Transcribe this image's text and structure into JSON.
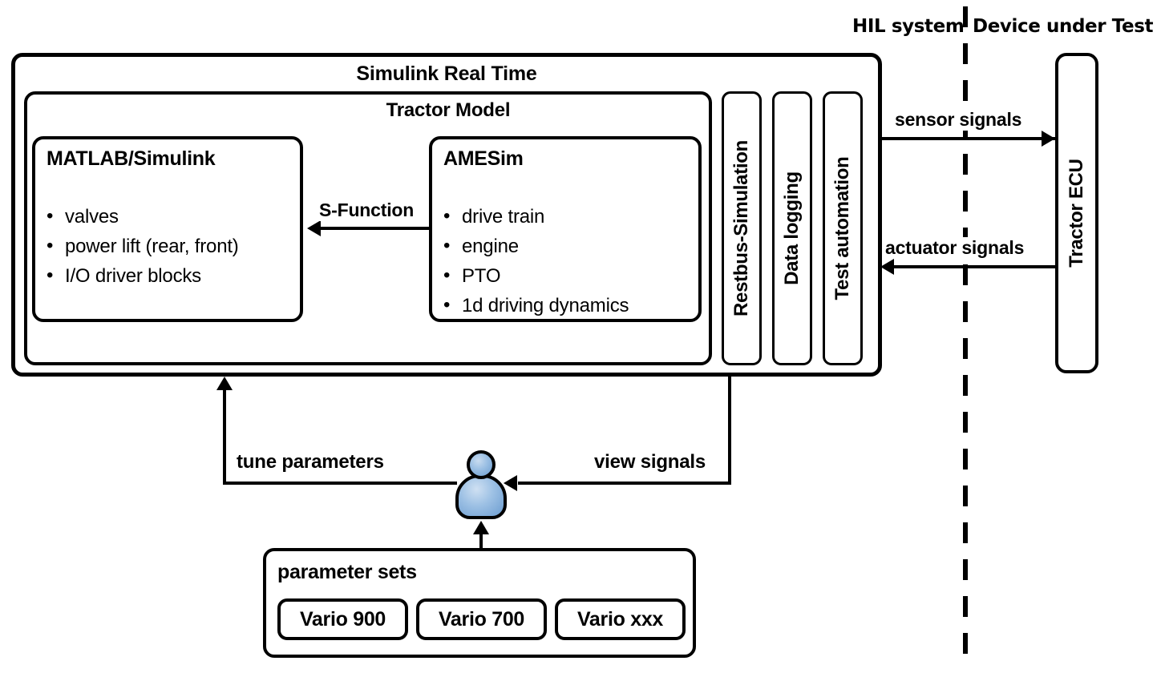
{
  "header": {
    "left_label": "HIL system",
    "right_label": "Device under Test"
  },
  "hil": {
    "title": "Simulink Real Time",
    "tractor_model": {
      "title": "Tractor Model",
      "matlab": {
        "title": "MATLAB/Simulink",
        "items": [
          "valves",
          "power lift (rear, front)",
          "I/O driver blocks"
        ]
      },
      "amesim": {
        "title": "AMESim",
        "items": [
          "drive train",
          "engine",
          "PTO",
          "1d driving dynamics"
        ]
      },
      "connector_label": "S-Function"
    },
    "side_modules": [
      {
        "label": "Restbus-Simulation"
      },
      {
        "label": "Data logging"
      },
      {
        "label": "Test automation"
      }
    ]
  },
  "dut": {
    "ecu_label": "Tractor ECU"
  },
  "signals": {
    "sensor": "sensor signals",
    "actuator": "actuator signals",
    "tune": "tune parameters",
    "view": "view signals"
  },
  "parameter_sets": {
    "title": "parameter sets",
    "sets": [
      "Vario 900",
      "Vario 700",
      "Vario xxx"
    ]
  },
  "colors": {
    "stroke": "#000000",
    "background": "#ffffff",
    "actor_fill": "#9cc0e4",
    "actor_highlight": "#cfe0f2"
  }
}
